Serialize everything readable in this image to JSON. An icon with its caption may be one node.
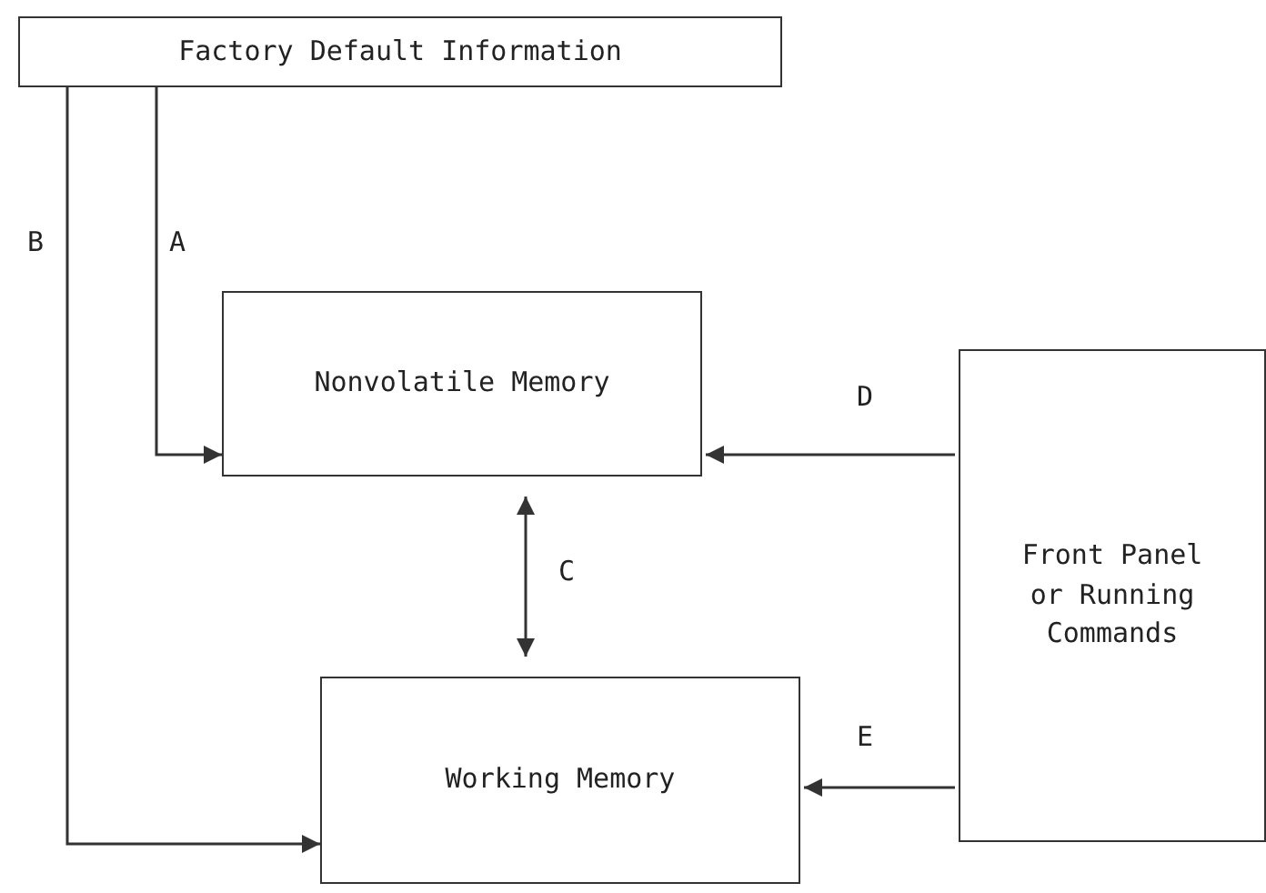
{
  "diagram": {
    "nodes": [
      {
        "text": [
          "Factory Default Information"
        ]
      },
      {
        "text": [
          "Nonvolatile Memory"
        ]
      },
      {
        "text": [
          "Working Memory"
        ]
      },
      {
        "text": [
          "Front Panel or Running Commands"
        ]
      }
    ],
    "edges": [
      {
        "from": 0,
        "to": 1,
        "arrow": "to",
        "label": "A"
      },
      {
        "from": 0,
        "to": 2,
        "arrow": "to",
        "label": "B"
      },
      {
        "from": 1,
        "to": 2,
        "arrow": "both",
        "label": "C"
      },
      {
        "from": 3,
        "to": 1,
        "arrow": "to",
        "label": "D"
      },
      {
        "from": 3,
        "to": 2,
        "arrow": "to",
        "label": "E"
      }
    ]
  }
}
